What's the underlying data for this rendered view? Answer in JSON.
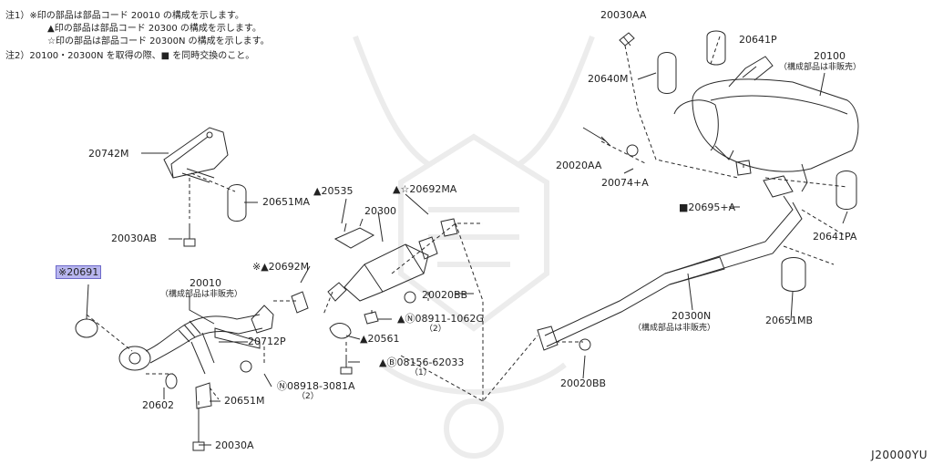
{
  "notes": [
    "注1）※印の部品は部品コード 20010 の構成を示します。",
    "▲印の部品は部品コード 20300 の構成を示します。",
    "☆印の部品は部品コード 20300N の構成を示します。",
    "注2）20100・20300N を取得の際、■ を同時交換のこと。"
  ],
  "parts": {
    "p20030AA": "20030AA",
    "p20641P": "20641P",
    "p20100": "20100",
    "p20100_note": "（構成部品は非販売）",
    "p20640M": "20640M",
    "p20742M": "20742M",
    "p20020AA": "20020AA",
    "p20074A": "20074+A",
    "p20535": "▲20535",
    "p20692MA": "▲☆20692MA",
    "p20651MA": "20651MA",
    "p20300": "20300",
    "p20695A": "■20695+A",
    "p20641PA": "20641PA",
    "p20030AB": "20030AB",
    "p20691": "※20691",
    "p20692M": "※▲20692M",
    "p20010": "20010",
    "p20010_note": "（構成部品は非販売）",
    "p20020BB_a": "20020BB",
    "p08911": "▲Ⓝ08911-1062G",
    "p08911_qty": "（2）",
    "p20651MB": "20651MB",
    "p20300N": "20300N",
    "p20300N_note": "（構成部品は非販売）",
    "p20712P": "20712P",
    "p20561": "▲20561",
    "p08156": "▲Ⓑ08156-62033",
    "p08156_qty": "（1）",
    "p20020BB_b": "20020BB",
    "p08918": "Ⓝ08918-3081A",
    "p08918_qty": "（2）",
    "p20602": "20602",
    "p20651M": "20651M",
    "p20030A": "20030A"
  },
  "diagram_code": "J20000YU",
  "colors": {
    "line": "#2a2a2a",
    "highlight": "#b8b6ef",
    "watermark": "#ececec"
  }
}
